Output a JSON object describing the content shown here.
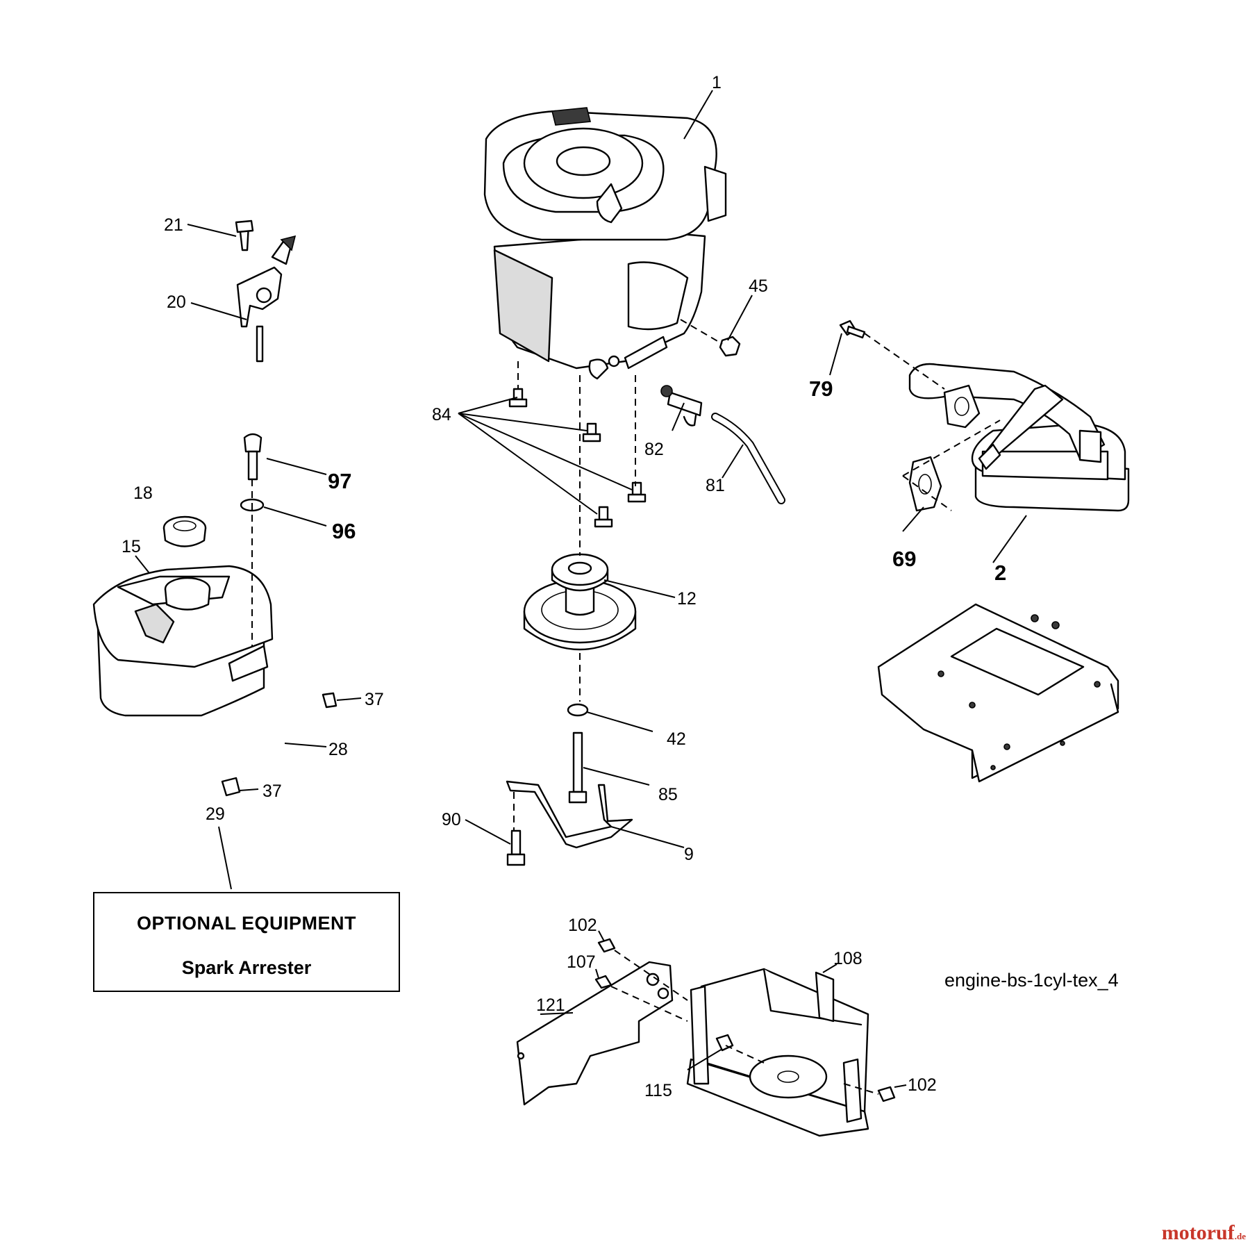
{
  "callouts": {
    "c1": "1",
    "c2": "2",
    "c9": "9",
    "c12": "12",
    "c15": "15",
    "c18": "18",
    "c20": "20",
    "c21": "21",
    "c28": "28",
    "c29": "29",
    "c37a": "37",
    "c37b": "37",
    "c42": "42",
    "c45": "45",
    "c69": "69",
    "c79": "79",
    "c81": "81",
    "c82": "82",
    "c84": "84",
    "c85": "85",
    "c90": "90",
    "c96": "96",
    "c97": "97",
    "c102a": "102",
    "c102b": "102",
    "c107": "107",
    "c108": "108",
    "c115": "115",
    "c121": "121"
  },
  "optional_equipment": {
    "title": "OPTIONAL EQUIPMENT",
    "item": "Spark Arrester"
  },
  "reference_code": "engine-bs-1cyl-tex_4",
  "watermark": {
    "brand": "motoruf",
    "suffix": ".de",
    "color": "#c8362a"
  }
}
